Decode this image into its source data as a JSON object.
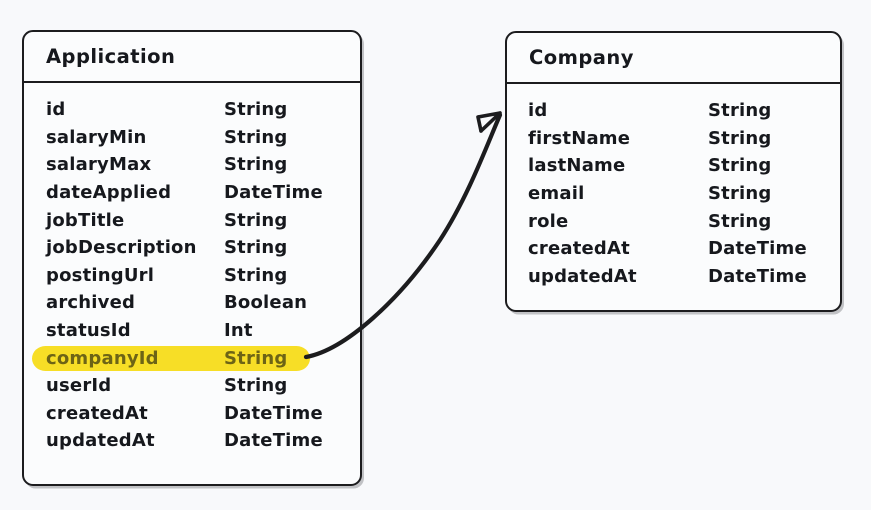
{
  "diagram": {
    "type": "entity-relationship-diagram",
    "background_color": "#f8f9fb",
    "stroke_color": "#1c1c1e",
    "highlight_color": "#f7de26",
    "highlight_text_color": "#6d6416"
  },
  "entities": [
    {
      "name": "Application",
      "fields": [
        {
          "name": "id",
          "type": "String",
          "highlighted": false
        },
        {
          "name": "salaryMin",
          "type": "String",
          "highlighted": false
        },
        {
          "name": "salaryMax",
          "type": "String",
          "highlighted": false
        },
        {
          "name": "dateApplied",
          "type": "DateTime",
          "highlighted": false
        },
        {
          "name": "jobTitle",
          "type": "String",
          "highlighted": false
        },
        {
          "name": "jobDescription",
          "type": "String",
          "highlighted": false
        },
        {
          "name": "postingUrl",
          "type": "String",
          "highlighted": false
        },
        {
          "name": "archived",
          "type": "Boolean",
          "highlighted": false
        },
        {
          "name": "statusId",
          "type": "Int",
          "highlighted": false
        },
        {
          "name": "companyId",
          "type": "String",
          "highlighted": true
        },
        {
          "name": "userId",
          "type": "String",
          "highlighted": false
        },
        {
          "name": "createdAt",
          "type": "DateTime",
          "highlighted": false
        },
        {
          "name": "updatedAt",
          "type": "DateTime",
          "highlighted": false
        }
      ]
    },
    {
      "name": "Company",
      "fields": [
        {
          "name": "id",
          "type": "String",
          "highlighted": false
        },
        {
          "name": "firstName",
          "type": "String",
          "highlighted": false
        },
        {
          "name": "lastName",
          "type": "String",
          "highlighted": false
        },
        {
          "name": "email",
          "type": "String",
          "highlighted": false
        },
        {
          "name": "role",
          "type": "String",
          "highlighted": false
        },
        {
          "name": "createdAt",
          "type": "DateTime",
          "highlighted": false
        },
        {
          "name": "updatedAt",
          "type": "DateTime",
          "highlighted": false
        }
      ]
    }
  ],
  "relationships": [
    {
      "from_entity": "Application",
      "from_field": "companyId",
      "to_entity": "Company",
      "to_field": "id",
      "arrow": "single-head"
    }
  ]
}
